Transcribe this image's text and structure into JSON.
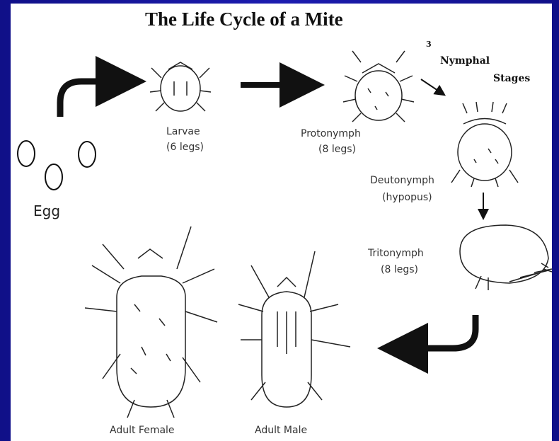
{
  "title": "The Life Cycle of a Mite",
  "stages": {
    "egg": {
      "label": "Egg"
    },
    "larvae": {
      "label": "Larvae",
      "legs": "(6 legs)"
    },
    "protonymph": {
      "label": "Protonymph",
      "legs": "(8 legs)"
    },
    "deutonymph": {
      "label": "Deutonymph",
      "note": "(hypopus)"
    },
    "tritonymph": {
      "label": "Tritonymph",
      "legs": "(8 legs)"
    },
    "adult_female": {
      "label": "Adult Female"
    },
    "adult_male": {
      "label": "Adult Male"
    }
  },
  "nymphal_header": {
    "count": "3",
    "line1": "Nymphal",
    "line2": "Stages"
  },
  "colors": {
    "background": "#1a1a9a",
    "panel": "#ffffff",
    "ink": "#111111"
  }
}
